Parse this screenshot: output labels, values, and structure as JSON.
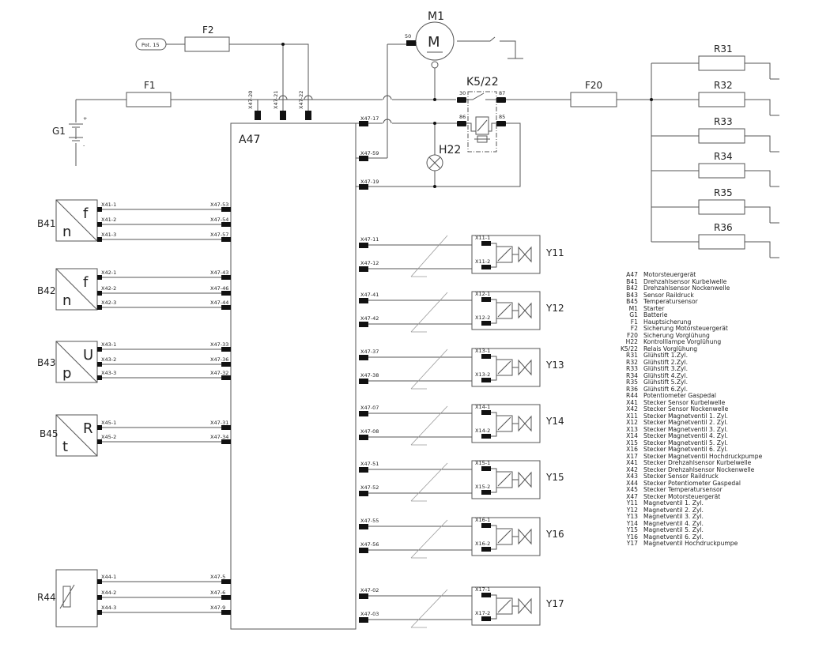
{
  "components": {
    "A47": "A47",
    "M1": "M1",
    "M": "M",
    "F1": "F1",
    "F2": "F2",
    "F20": "F20",
    "G1": "G1",
    "K5_22": "K5/22",
    "H22": "H22",
    "pot15": "Pot. 15",
    "M_pin": "50",
    "K5_pins": [
      "30",
      "87",
      "86",
      "85"
    ],
    "G1_plus": "+",
    "G1_minus": "-",
    "glow_plugs": [
      "R31",
      "R32",
      "R33",
      "R34",
      "R35",
      "R36"
    ],
    "sensors": [
      {
        "name": "B41",
        "top": "f",
        "bottom": "n",
        "pins": [
          "X41-1",
          "X41-2",
          "X41-3"
        ],
        "ecu": [
          "X47-53",
          "X47-54",
          "X47-57"
        ]
      },
      {
        "name": "B42",
        "top": "f",
        "bottom": "n",
        "pins": [
          "X42-1",
          "X42-2",
          "X42-3"
        ],
        "ecu": [
          "X47-43",
          "X47-46",
          "X47-44"
        ]
      },
      {
        "name": "B43",
        "top": "U",
        "bottom": "p",
        "pins": [
          "X43-1",
          "X43-2",
          "X43-3"
        ],
        "ecu": [
          "X47-33",
          "X47-36",
          "X47-32"
        ]
      },
      {
        "name": "B45",
        "top": "R",
        "bottom": "t",
        "pins": [
          "X45-1",
          "X45-2"
        ],
        "ecu": [
          "X47-31",
          "X47-34"
        ]
      },
      {
        "name": "R44",
        "pins": [
          "X44-1",
          "X44-2",
          "X44-3"
        ],
        "ecu": [
          "X47-5",
          "X47-6",
          "X47-9"
        ]
      }
    ],
    "ecu_top_pins": [
      "X47-20",
      "X47-21",
      "X47-22"
    ],
    "ecu_right_pins": [
      "X47-17",
      "X47-59",
      "X47-19"
    ],
    "valves": [
      {
        "name": "Y11",
        "ecu": [
          "X47-11",
          "X47-12"
        ],
        "pins": [
          "X11-1",
          "X11-2"
        ]
      },
      {
        "name": "Y12",
        "ecu": [
          "X47-41",
          "X47-42"
        ],
        "pins": [
          "X12-1",
          "X12-2"
        ]
      },
      {
        "name": "Y13",
        "ecu": [
          "X47-37",
          "X47-38"
        ],
        "pins": [
          "X13-1",
          "X13-2"
        ]
      },
      {
        "name": "Y14",
        "ecu": [
          "X47-07",
          "X47-08"
        ],
        "pins": [
          "X14-1",
          "X14-2"
        ]
      },
      {
        "name": "Y15",
        "ecu": [
          "X47-51",
          "X47-52"
        ],
        "pins": [
          "X15-1",
          "X15-2"
        ]
      },
      {
        "name": "Y16",
        "ecu": [
          "X47-55",
          "X47-56"
        ],
        "pins": [
          "X16-1",
          "X16-2"
        ]
      },
      {
        "name": "Y17",
        "ecu": [
          "X47-02",
          "X47-03"
        ],
        "pins": [
          "X17-1",
          "X17-2"
        ]
      }
    ]
  },
  "legend": [
    {
      "code": "A47",
      "desc": "Motorsteuergerät"
    },
    {
      "code": "B41",
      "desc": "Drehzahlsensor Kurbelwelle"
    },
    {
      "code": "B42",
      "desc": "Drehzahlsensor Nockenwelle"
    },
    {
      "code": "B43",
      "desc": "Sensor Raildruck"
    },
    {
      "code": "B45",
      "desc": "Temperatursensor"
    },
    {
      "code": "M1",
      "desc": "Starter"
    },
    {
      "code": "G1",
      "desc": "Batterie"
    },
    {
      "code": "F1",
      "desc": "Hauptsicherung"
    },
    {
      "code": "F2",
      "desc": "Sicherung Motorsteuergerät"
    },
    {
      "code": "F20",
      "desc": "Sicherung Vorglühung"
    },
    {
      "code": "H22",
      "desc": "Kontrolllampe Vorglühung"
    },
    {
      "code": "K5/22",
      "desc": "Relais Vorglühung"
    },
    {
      "code": "R31",
      "desc": "Glühstift 1.Zyl."
    },
    {
      "code": "R32",
      "desc": "Glühstift 2.Zyl."
    },
    {
      "code": "R33",
      "desc": "Glühstift 3.Zyl."
    },
    {
      "code": "R34",
      "desc": "Glühstift 4.Zyl."
    },
    {
      "code": "R35",
      "desc": "Glühstift 5.Zyl."
    },
    {
      "code": "R36",
      "desc": "Glühstift 6.Zyl."
    },
    {
      "code": "R44",
      "desc": "Potentiometer Gaspedal"
    },
    {
      "code": "X41",
      "desc": "Stecker Sensor Kurbelwelle"
    },
    {
      "code": "X42",
      "desc": "Stecker Sensor Nockenwelle"
    },
    {
      "code": "X11",
      "desc": "Stecker Magnetventil 1. Zyl."
    },
    {
      "code": "X12",
      "desc": "Stecker Magnetventil 2. Zyl."
    },
    {
      "code": "X13",
      "desc": "Stecker Magnetventil 3. Zyl."
    },
    {
      "code": "X14",
      "desc": "Stecker Magnetventil 4. Zyl."
    },
    {
      "code": "X15",
      "desc": "Stecker Magnetventil 5. Zyl."
    },
    {
      "code": "X16",
      "desc": "Stecker Magnetventil 6. Zyl."
    },
    {
      "code": "X17",
      "desc": "Stecker Magnetventil Hochdruckpumpe"
    },
    {
      "code": "X41",
      "desc": "Stecker Drehzahlsensor Kurbelwelle"
    },
    {
      "code": "X42",
      "desc": "Stecker Drehzahlsensor Nockenwelle"
    },
    {
      "code": "X43",
      "desc": "Stecker Sensor Raildruck"
    },
    {
      "code": "X44",
      "desc": "Stecker Potentiometer Gaspedal"
    },
    {
      "code": "X45",
      "desc": "Stecker Temperatursensor"
    },
    {
      "code": "X47",
      "desc": "Stecker Motorsteuergerät"
    },
    {
      "code": "Y11",
      "desc": "Magnetventil 1. Zyl."
    },
    {
      "code": "Y12",
      "desc": "Magnetventil 2. Zyl."
    },
    {
      "code": "Y13",
      "desc": "Magnetventil 3. Zyl."
    },
    {
      "code": "Y14",
      "desc": "Magnetventil 4. Zyl."
    },
    {
      "code": "Y15",
      "desc": "Magnetventil 5. Zyl."
    },
    {
      "code": "Y16",
      "desc": "Magnetventil 6. Zyl."
    },
    {
      "code": "Y17",
      "desc": "Magnetventil Hochdruckpumpe"
    }
  ]
}
